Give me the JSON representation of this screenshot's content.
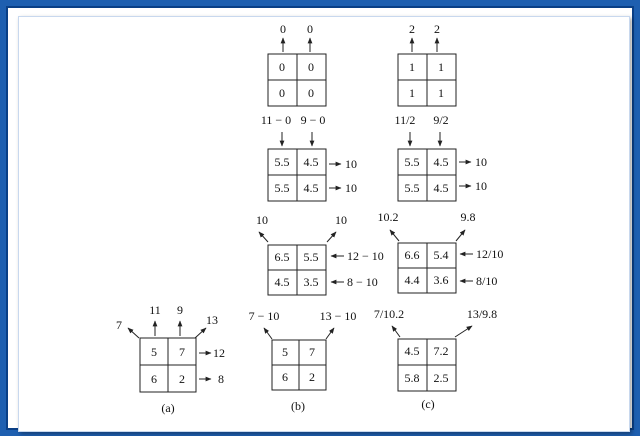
{
  "colors": {
    "frame": "#1e5fb0",
    "ink": "#111111"
  },
  "b": {
    "top": {
      "cells": [
        "0",
        "0",
        "0",
        "0"
      ],
      "up_labels": [
        "0",
        "0"
      ]
    },
    "mid": {
      "cells": [
        "5.5",
        "4.5",
        "5.5",
        "4.5"
      ],
      "down_labels": [
        "11 − 0",
        "9 − 0"
      ],
      "right_labels": [
        "10",
        "10"
      ]
    },
    "low": {
      "cells": [
        "6.5",
        "5.5",
        "4.5",
        "3.5"
      ],
      "corner_labels": [
        "10",
        "10"
      ],
      "right_labels": [
        "12 − 10",
        "8 − 10"
      ]
    },
    "bot": {
      "cells": [
        "5",
        "7",
        "6",
        "2"
      ],
      "corner_labels": [
        "7 − 10",
        "13 − 10"
      ]
    },
    "caption": "(b)"
  },
  "c": {
    "top": {
      "cells": [
        "1",
        "1",
        "1",
        "1"
      ],
      "up_labels": [
        "2",
        "2"
      ]
    },
    "mid": {
      "cells": [
        "5.5",
        "4.5",
        "5.5",
        "4.5"
      ],
      "down_labels": [
        "11/2",
        "9/2"
      ],
      "right_labels": [
        "10",
        "10"
      ]
    },
    "low": {
      "cells": [
        "6.6",
        "5.4",
        "4.4",
        "3.6"
      ],
      "corner_labels": [
        "10.2",
        "9.8"
      ],
      "right_labels": [
        "12/10",
        "8/10"
      ]
    },
    "bot": {
      "cells": [
        "4.5",
        "7.2",
        "5.8",
        "2.5"
      ],
      "corner_labels": [
        "7/10.2",
        "13/9.8"
      ]
    },
    "caption": "(c)"
  },
  "a": {
    "cells": [
      "5",
      "7",
      "6",
      "2"
    ],
    "up_labels": [
      "11",
      "9"
    ],
    "corner_labels": [
      "7",
      "13"
    ],
    "right_labels": [
      "12",
      "8"
    ],
    "caption": "(a)"
  }
}
